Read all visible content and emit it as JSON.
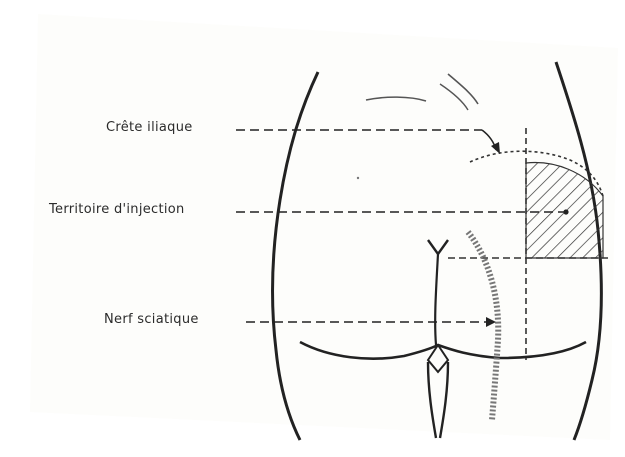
{
  "diagram": {
    "labels": {
      "iliac_crest": "Crête iliaque",
      "injection_zone": "Territoire d'injection",
      "sciatic_nerve": "Nerf sciatique"
    }
  }
}
